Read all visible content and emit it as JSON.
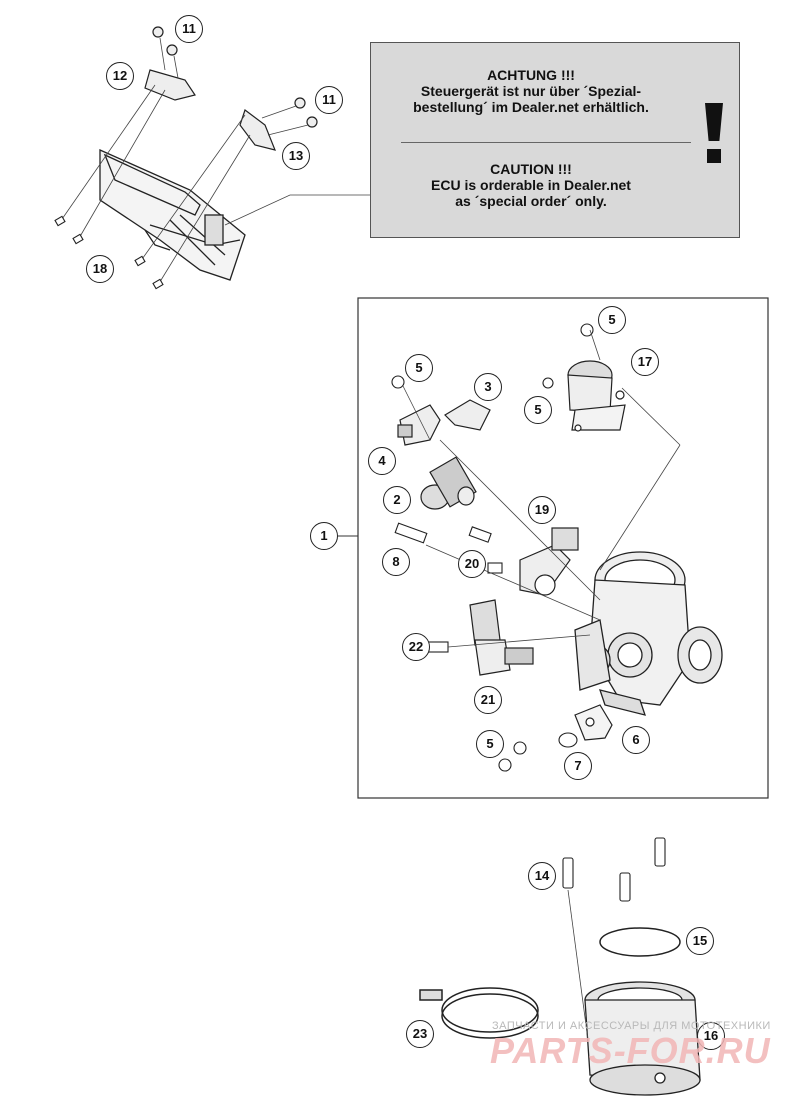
{
  "note": {
    "de_title": "ACHTUNG !!!",
    "de_line1": "Steuergerät ist nur über ´Spezial-",
    "de_line2": "bestellung´ im Dealer.net erhältlich.",
    "en_title": "CAUTION !!!",
    "en_line1": "ECU is orderable in Dealer.net",
    "en_line2": "as ´special order´ only."
  },
  "callouts": {
    "c11a": "11",
    "c12": "12",
    "c11b": "11",
    "c13": "13",
    "c18": "18",
    "c5a": "5",
    "c17": "17",
    "c5b": "5",
    "c5c": "5",
    "c3": "3",
    "c4": "4",
    "c2": "2",
    "c1": "1",
    "c19": "19",
    "c8": "8",
    "c20": "20",
    "c22": "22",
    "c21": "21",
    "c5d": "5",
    "c6": "6",
    "c7": "7",
    "c14": "14",
    "c15": "15",
    "c23": "23",
    "c16": "16"
  },
  "watermark": {
    "top_text": "ЗАПЧАСТИ И АКСЕССУАРЫ ДЛЯ МОТОТЕХНИКИ",
    "main_text": "PARTS-FOR.RU"
  }
}
